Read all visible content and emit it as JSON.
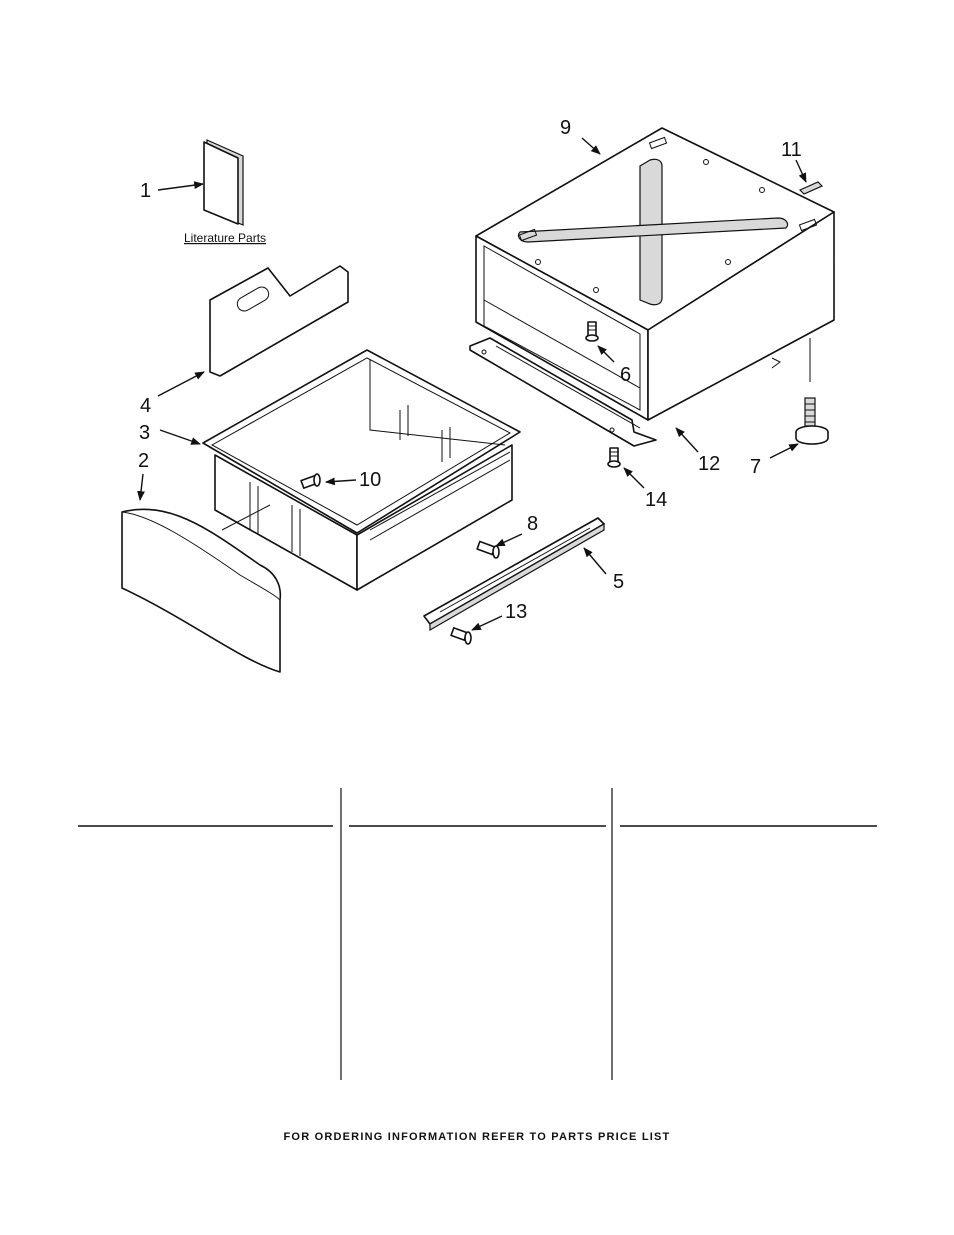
{
  "diagram": {
    "literature_label": "Literature Parts",
    "callouts": [
      "1",
      "2",
      "3",
      "4",
      "5",
      "6",
      "7",
      "8",
      "9",
      "10",
      "11",
      "12",
      "13",
      "14"
    ]
  },
  "footer": {
    "text": "FOR ORDERING INFORMATION REFER TO PARTS PRICE LIST"
  },
  "colors": {
    "line": "#111111",
    "shade": "#d9d9d9",
    "background": "#ffffff"
  }
}
